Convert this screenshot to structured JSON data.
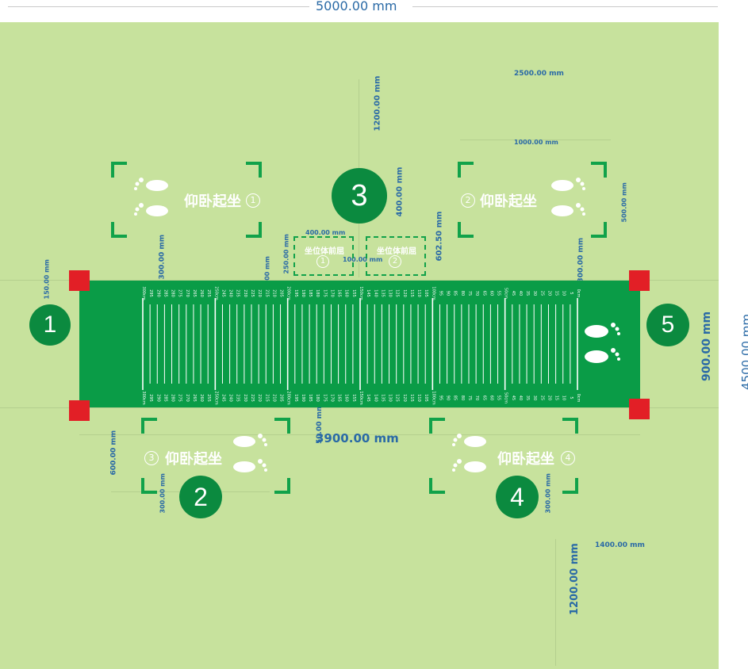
{
  "dimensions": {
    "total_width": "5000.00 mm",
    "total_height": "4500.00 mm",
    "d2500": "2500.00 mm",
    "d1200_top": "1200.00 mm",
    "d1000": "1000.00 mm",
    "d400_circle": "400.00 mm",
    "d500": "500.00 mm",
    "d400_box": "400.00 mm",
    "d602": "602.50 mm",
    "d250": "250.00 mm",
    "d100": "100.00 mm",
    "d300_a": "300.00 mm",
    "d300_b": "300.00 mm",
    "d150": "150.00 mm",
    "d300_c": "300.00 mm",
    "d900": "900.00 mm",
    "d3900": "3900.00 mm",
    "d50": "50.00 mm",
    "d600": "600.00 mm",
    "d300_d": "300.00 mm",
    "d300_e": "300.00 mm",
    "d1400": "1400.00 mm",
    "d1200_bottom": "1200.00 mm"
  },
  "stations": [
    {
      "label": "仰卧起坐",
      "num": "1"
    },
    {
      "label": "仰卧起坐",
      "num": "2"
    },
    {
      "label": "仰卧起坐",
      "num": "3"
    },
    {
      "label": "仰卧起坐",
      "num": "4"
    }
  ],
  "boxes": [
    {
      "label": "坐位体前屈",
      "num": "1"
    },
    {
      "label": "坐位体前屈",
      "num": "2"
    }
  ],
  "circles": [
    "1",
    "2",
    "3",
    "4",
    "5"
  ],
  "ruler": {
    "top_marks": [
      "300cm",
      "295",
      "290",
      "285",
      "280",
      "275",
      "270",
      "265",
      "260",
      "255",
      "250cm",
      "245",
      "240",
      "235",
      "230",
      "225",
      "220",
      "215",
      "210",
      "205",
      "200cm",
      "195",
      "190",
      "185",
      "180",
      "175",
      "170",
      "165",
      "160",
      "155",
      "150cm",
      "145",
      "140",
      "135",
      "130",
      "125",
      "120",
      "115",
      "110",
      "105",
      "100cm",
      "95",
      "90",
      "85",
      "80",
      "75",
      "70",
      "65",
      "60",
      "55",
      "50cm",
      "45",
      "40",
      "35",
      "30",
      "25",
      "20",
      "15",
      "10",
      "5",
      "0cm"
    ]
  },
  "colors": {
    "background": "#c7e29d",
    "lane": "#0a9c47",
    "circle": "#0b8a3f",
    "corner": "#e21f26",
    "dimension": "#2a6aa6"
  }
}
